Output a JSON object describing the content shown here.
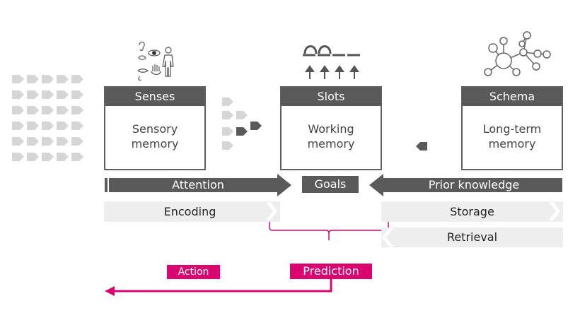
{
  "boxes": {
    "senses": {
      "header": "Senses",
      "line1": "Sensory",
      "line2": "memory"
    },
    "slots": {
      "header": "Slots",
      "line1": "Working",
      "line2": "memory"
    },
    "schema": {
      "header": "Schema",
      "line1": "Long-term",
      "line2": "memory"
    }
  },
  "flows": {
    "attention": "Attention",
    "goals": "Goals",
    "prior_knowledge": "Prior knowledge"
  },
  "bands": {
    "encoding": "Encoding",
    "storage": "Storage",
    "retrieval": "Retrieval"
  },
  "outputs": {
    "action": "Action",
    "prediction": "Prediction"
  },
  "icons": [
    "ear-icon",
    "eye-icon",
    "person-icon",
    "nose-icon",
    "mouth-icon",
    "hand-icon",
    "tongue-icon",
    "network-icon",
    "slot-arcs-icon"
  ],
  "colors": {
    "dark_gray": "#5a5a5a",
    "light_gray": "#d6d6d6",
    "band_gray": "#eeeeee",
    "accent_pink": "#d8066e"
  }
}
